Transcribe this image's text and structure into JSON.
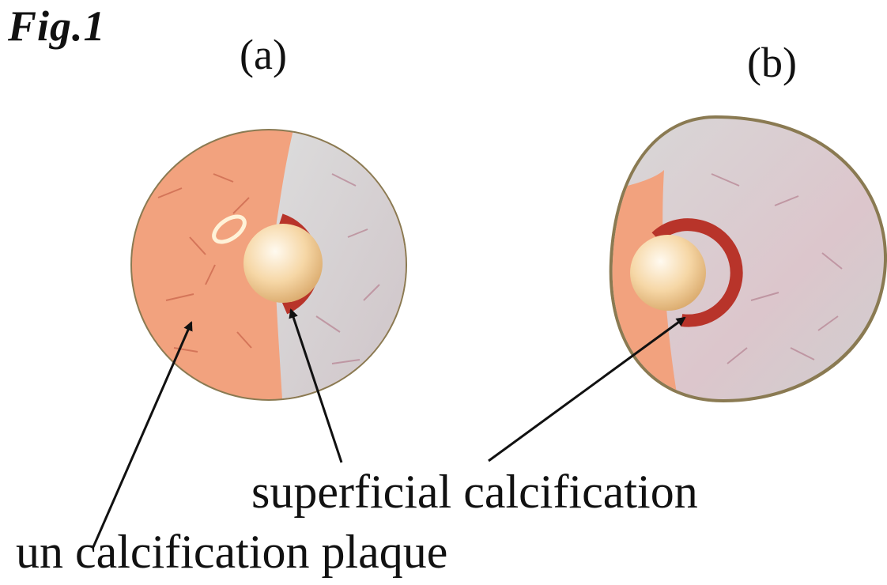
{
  "figure": {
    "title": "Fig.1",
    "panels": [
      {
        "label": "(a)"
      },
      {
        "label": "(b)"
      }
    ],
    "callouts": {
      "superficial": "superficial calcification",
      "plaque": "un calcification plaque"
    },
    "colors": {
      "plaque_orange": "#f2a27e",
      "vessel_gray": "#d3d3d3",
      "vessel_pink": "#dcc0c8",
      "lumen": "#f6d7a6",
      "calcification": "#b8342a",
      "rim": "#8a7a52",
      "arrow": "#111111"
    }
  }
}
